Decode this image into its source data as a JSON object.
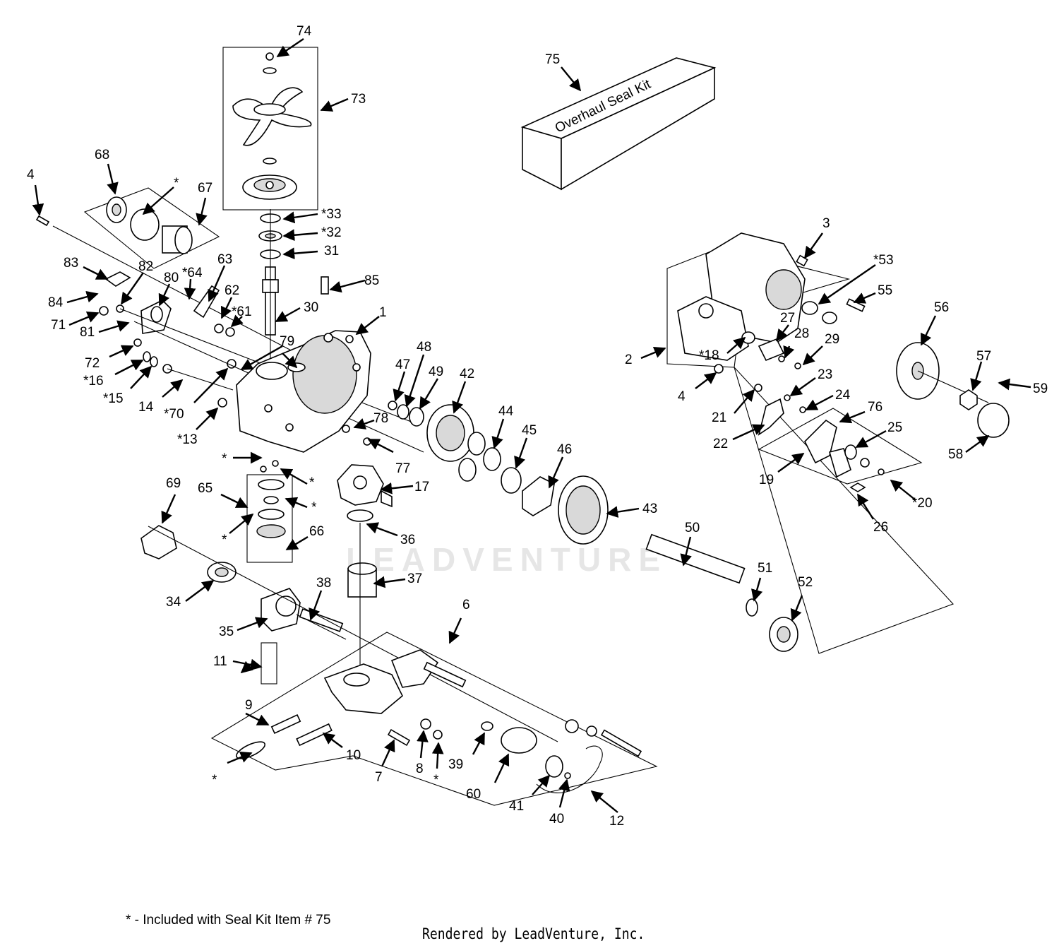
{
  "kit_label": "Overhaul Seal Kit",
  "watermark": "LEADVENTURE",
  "footnote": "* - Included with Seal Kit Item # 75",
  "rendered_by": "Rendered by LeadVenture, Inc.",
  "callouts": {
    "c1": "1",
    "c2": "2",
    "c3": "3",
    "c4a": "4",
    "c4b": "4",
    "c6": "6",
    "c7": "7",
    "c8": "8",
    "c9": "9",
    "c10": "10",
    "c11": "11",
    "c12": "12",
    "c13": "*13",
    "c14": "14",
    "c15": "*15",
    "c16": "*16",
    "c17": "17",
    "c18": "*18",
    "c19": "19",
    "c20": "*20",
    "c21": "21",
    "c22": "22",
    "c23": "23",
    "c24": "24",
    "c25": "25",
    "c26": "26",
    "c27": "27",
    "c28": "28",
    "c29": "29",
    "c30": "30",
    "c31": "31",
    "c32": "*32",
    "c33": "*33",
    "c34": "34",
    "c35": "35",
    "c36": "36",
    "c37": "37",
    "c38": "38",
    "c39": "39",
    "c40": "40",
    "c41": "41",
    "c42": "42",
    "c43": "43",
    "c44": "44",
    "c45": "45",
    "c46": "46",
    "c47": "47",
    "c48": "48",
    "c49": "49",
    "c50": "50",
    "c51": "51",
    "c52": "52",
    "c53": "*53",
    "c55": "55",
    "c56": "56",
    "c57": "57",
    "c58": "58",
    "c59": "59",
    "c60": "60",
    "c61": "*61",
    "c62": "62",
    "c63": "63",
    "c64": "*64",
    "c65": "65",
    "c66": "66",
    "c67": "67",
    "c68": "68",
    "c69": "69",
    "c70": "*70",
    "c71": "71",
    "c72": "72",
    "c73": "73",
    "c74": "74",
    "c75": "75",
    "c76": "76",
    "c77": "77",
    "c78": "78",
    "c79": "79",
    "c80": "80",
    "c81": "81",
    "c82": "82",
    "c83": "83",
    "c84": "84",
    "c85": "85",
    "s1": "*",
    "s2": "*",
    "s3": "*",
    "s4": "*",
    "s5": "*",
    "s6": "*",
    "s7": "*"
  }
}
